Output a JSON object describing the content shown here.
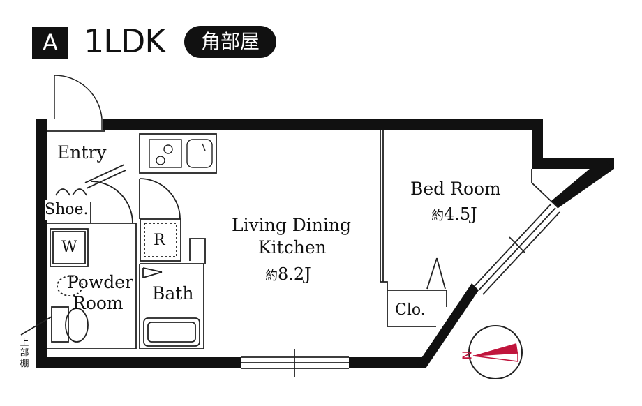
{
  "header": {
    "unit_badge": "A",
    "layout_type": "1LDK",
    "corner_tag": "角部屋"
  },
  "rooms": {
    "entry": "Entry",
    "shoe": "Shoe.",
    "washer": "W",
    "powder_room": [
      "Powder",
      "Room"
    ],
    "fridge": "R",
    "bath": "Bath",
    "ldk": [
      "Living Dining",
      "Kitchen"
    ],
    "ldk_area_prefix": "約",
    "ldk_area": "8.2J",
    "bedroom": "Bed Room",
    "bedroom_area_prefix": "約",
    "bedroom_area": "4.5J",
    "closet": "Clo."
  },
  "upper_shelf": [
    "上",
    "部",
    "棚"
  ],
  "compass": {
    "north_letter": "N",
    "accent": "#c0143c"
  },
  "colors": {
    "wall": "#111111",
    "line": "#222222"
  }
}
